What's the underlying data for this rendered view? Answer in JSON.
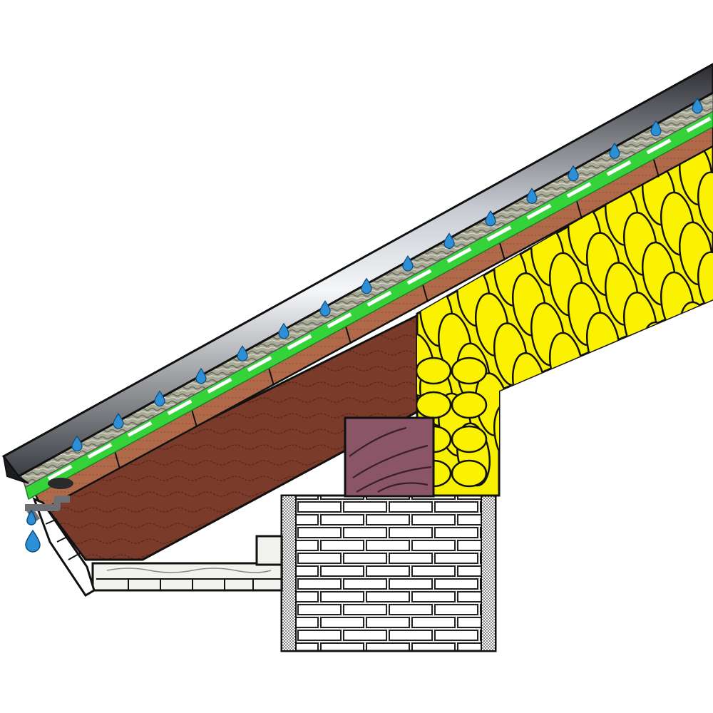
{
  "diagram": {
    "subject": "roof-eave-cross-section",
    "components": [
      "roof-covering",
      "membrane-layer",
      "underlay",
      "timber-battens",
      "rafter",
      "insulation-quilt",
      "wall-plate",
      "brick-wall",
      "soffit",
      "fascia",
      "gutter-outlet",
      "water-drops"
    ],
    "colors": {
      "roof_metal": "#5a5f66",
      "membrane_green": "#35d33a",
      "batten_brown": "#b06a4a",
      "rafter_brown": "#7a3b2b",
      "insulation_yellow": "#f6f000",
      "wall_plate": "#8a5566",
      "brick_white": "#f4f4f4",
      "water_blue": "#2d8fd6"
    }
  }
}
